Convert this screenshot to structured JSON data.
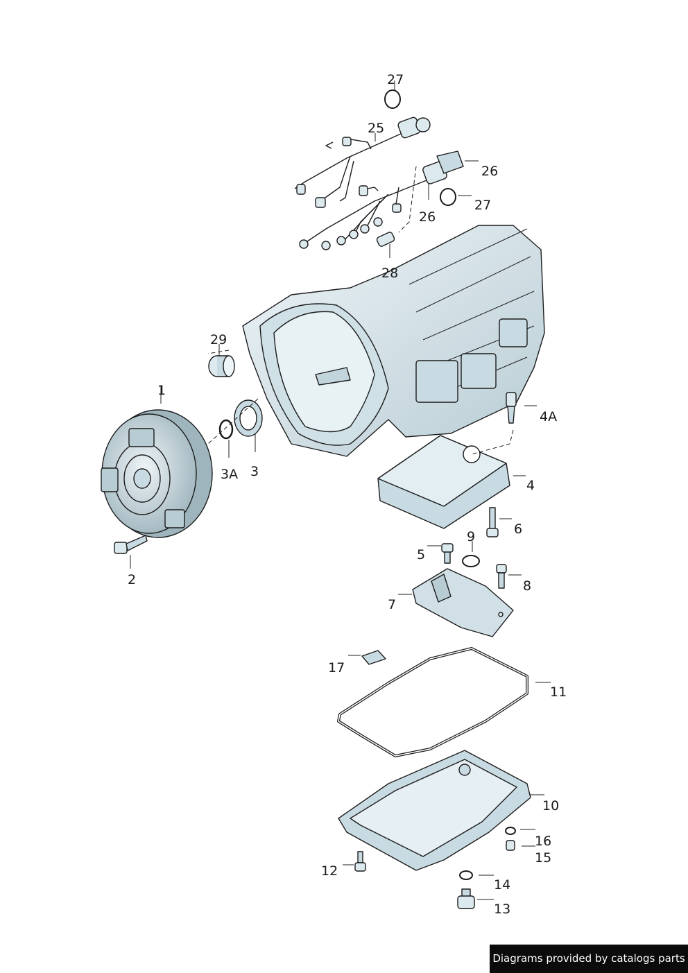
{
  "diagram": {
    "callouts": {
      "c27a": "27",
      "c25": "25",
      "c26a": "26",
      "c27b": "27",
      "c26b": "26",
      "c28": "28",
      "c29": "29",
      "c1": "1",
      "c4A": "4A",
      "c3A": "3A",
      "c3": "3",
      "c4": "4",
      "c6": "6",
      "c9": "9",
      "c5": "5",
      "c8": "8",
      "c2": "2",
      "c7": "7",
      "c17": "17",
      "c11": "11",
      "c10": "10",
      "c16": "16",
      "c15": "15",
      "c12": "12",
      "c14": "14",
      "c13": "13"
    },
    "colors": {
      "part_fill": "#dce9ee",
      "part_shade": "#b8ccd4",
      "outline": "#1c1c1c"
    }
  },
  "footer": {
    "credit": "Diagrams provided by catalogs parts"
  }
}
